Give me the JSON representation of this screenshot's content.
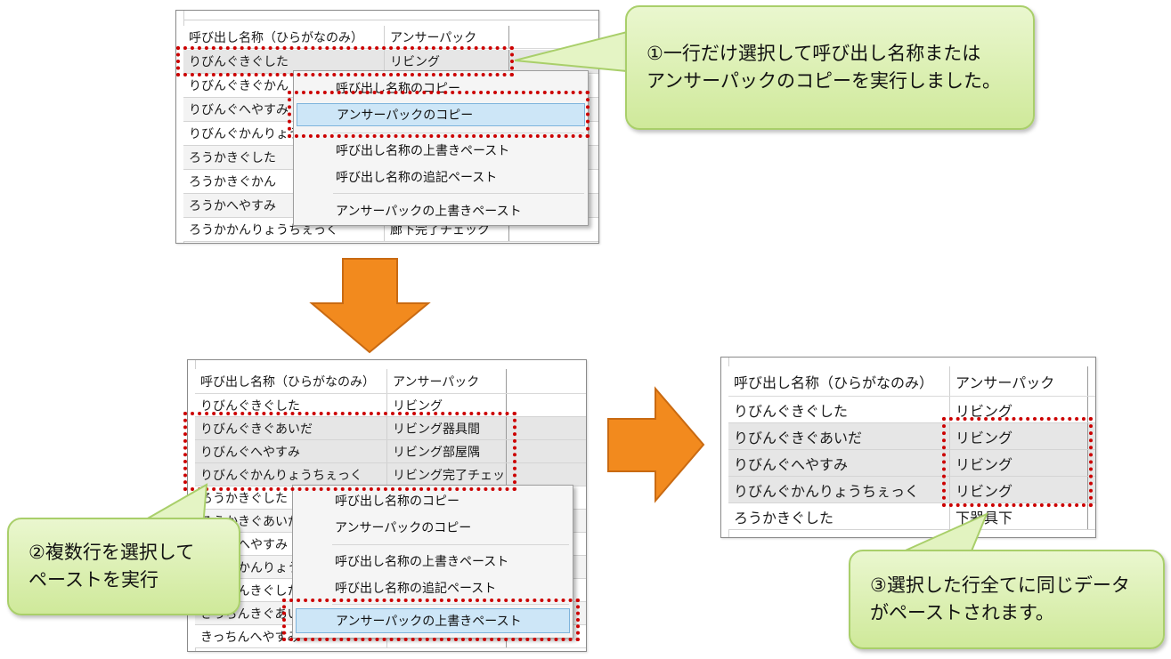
{
  "colors": {
    "highlight_dotted": "#cc0000",
    "arrow_fill": "#f28a1e",
    "arrow_stroke": "#c96a12",
    "callout_fill": "#d9efb0",
    "callout_stroke": "#a9cf6a",
    "menu_selected": "#cde6f7"
  },
  "icons": {
    "arrow_down": "arrow-down-icon",
    "arrow_right": "arrow-right-icon"
  },
  "panel1": {
    "header": {
      "col_name": "呼び出し名称（ひらがなのみ）",
      "col_pack": "アンサーパック"
    },
    "rows": [
      {
        "name": "りびんぐきぐした",
        "pack": "リビング"
      },
      {
        "name": "りびんぐきぐかん",
        "pack": ""
      },
      {
        "name": "りびんぐへやすみ",
        "pack": ""
      },
      {
        "name": "りびんぐかんりょうち",
        "pack": ""
      },
      {
        "name": "ろうかきぐした",
        "pack": ""
      },
      {
        "name": "ろうかきぐかん",
        "pack": ""
      },
      {
        "name": "ろうかへやすみ",
        "pack": ""
      },
      {
        "name": "ろうかかんりょうちぇっく",
        "pack": "廊下完了チェック"
      }
    ],
    "menu": {
      "items": [
        "呼び出し名称のコピー",
        "アンサーパックのコピー",
        "呼び出し名称の上書きペースト",
        "呼び出し名称の追記ペースト",
        "アンサーパックの上書きペースト"
      ],
      "selected": "アンサーパックのコピー"
    }
  },
  "panel2": {
    "header": {
      "col_name": "呼び出し名称（ひらがなのみ）",
      "col_pack": "アンサーパック"
    },
    "rows": [
      {
        "name": "りびんぐきぐした",
        "pack": "リビング"
      },
      {
        "name": "りびんぐきぐあいだ",
        "pack": "リビング器具間"
      },
      {
        "name": "りびんぐへやすみ",
        "pack": "リビング部屋隅"
      },
      {
        "name": "りびんぐかんりょうちぇっく",
        "pack": "リビング完了チェック"
      },
      {
        "name": "ろうかきぐした",
        "pack": ""
      },
      {
        "name": "ろうかきぐあいだ",
        "pack": ""
      },
      {
        "name": "ろうかへやすみ",
        "pack": ""
      },
      {
        "name": "ろうかかんりょうち",
        "pack": ""
      },
      {
        "name": "きっちんきぐした",
        "pack": ""
      },
      {
        "name": "きっちんきぐあいだ",
        "pack": ""
      },
      {
        "name": "きっちんへやすみ",
        "pack": ""
      }
    ],
    "menu": {
      "items": [
        "呼び出し名称のコピー",
        "アンサーパックのコピー",
        "呼び出し名称の上書きペースト",
        "呼び出し名称の追記ペースト",
        "アンサーパックの上書きペースト"
      ],
      "selected": "アンサーパックの上書きペースト"
    }
  },
  "panel3": {
    "header": {
      "col_name": "呼び出し名称（ひらがなのみ）",
      "col_pack": "アンサーパック"
    },
    "rows": [
      {
        "name": "りびんぐきぐした",
        "pack": "リビング"
      },
      {
        "name": "りびんぐきぐあいだ",
        "pack": "リビング"
      },
      {
        "name": "りびんぐへやすみ",
        "pack": "リビング"
      },
      {
        "name": "りびんぐかんりょうちぇっく",
        "pack": "リビング"
      },
      {
        "name": "ろうかきぐした",
        "pack": "下器具下"
      }
    ]
  },
  "callouts": {
    "c1": {
      "line1": "①一行だけ選択して呼び出し名称または",
      "line2": "アンサーパックのコピーを実行しました。"
    },
    "c2": {
      "line1": "②複数行を選択して",
      "line2": "ペーストを実行"
    },
    "c3": {
      "line1": "③選択した行全てに同じデータ",
      "line2": "がペーストされます。"
    }
  }
}
